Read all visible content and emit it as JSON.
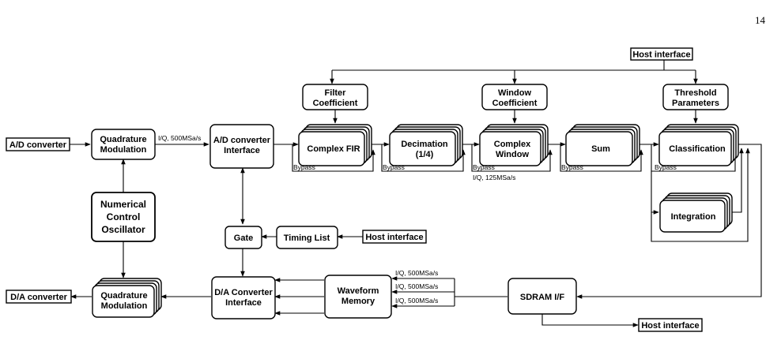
{
  "page_number": "14",
  "blocks": {
    "host_top": "Host interface",
    "filter_coef": [
      "Filter",
      "Coefficient"
    ],
    "window_coef": [
      "Window",
      "Coefficient"
    ],
    "threshold": [
      "Threshold",
      "Parameters"
    ],
    "ad_in": "A/D converter",
    "quad_mod_top": [
      "Quadrature",
      "Modulation"
    ],
    "ad_iface": [
      "A/D converter",
      "Interface"
    ],
    "complex_fir": "Complex FIR",
    "decimation": [
      "Decimation",
      "(1/4)"
    ],
    "complex_window": [
      "Complex",
      "Window"
    ],
    "sum": "Sum",
    "classification": "Classification",
    "integration": "Integration",
    "nco": [
      "Numerical",
      "Control",
      "Oscillator"
    ],
    "gate": "Gate",
    "timing_list": "Timing List",
    "host_mid": "Host interface",
    "da_out": "D/A converter",
    "quad_mod_bottom": [
      "Quadrature",
      "Modulation"
    ],
    "da_iface": [
      "D/A Converter",
      "Interface"
    ],
    "waveform": [
      "Waveform",
      "Memory"
    ],
    "sdram": "SDRAM I/F",
    "host_bottom": "Host interface"
  },
  "annotations": {
    "rate_in": "I/Q, 500MSa/s",
    "rate_dec": "I/Q, 125MSa/s",
    "bypass": "Bypass",
    "rate_out": [
      "I/Q, 500MSa/s",
      "I/Q, 500MSa/s",
      "I/Q, 500MSa/s"
    ]
  }
}
